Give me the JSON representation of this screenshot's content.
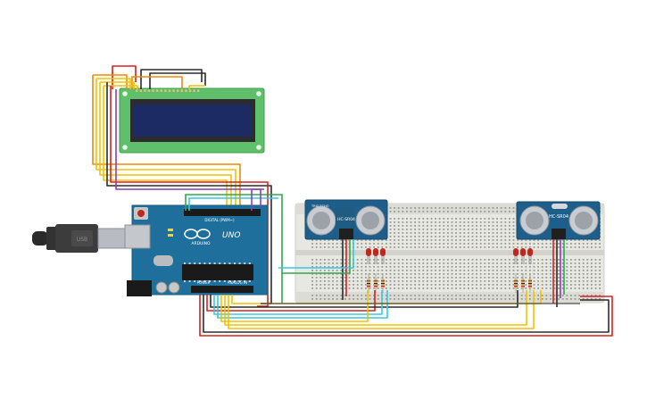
{
  "colors": {
    "wire_red": "#d62020",
    "wire_black": "#2b2b2b",
    "wire_orange": "#f08a00",
    "wire_yellow": "#f2c200",
    "wire_green": "#2fa84f",
    "wire_cyan": "#3ac6dd",
    "wire_purple": "#8a3fb8",
    "wire_brown": "#8b4a1a",
    "arduino_blue": "#1f6f9c",
    "lcd_board": "#5fbf6a",
    "lcd_screen": "#1c2b63",
    "sensor_blue": "#1d5f8a",
    "breadboard": "#e7e7e2",
    "led_red": "#c0281e"
  },
  "icons": {
    "usb_cable": "usb-plug-icon",
    "power_jack": "dc-jack-icon",
    "reset_button": "reset-button-icon",
    "infinity_logo": "arduino-infinity-icon"
  },
  "arduino": {
    "model_label": "UNO",
    "brand_label": "ARDUINO",
    "digital_header_label": "DIGITAL (PWM~)",
    "power_label": "POWER",
    "analog_label": "ANALOG IN"
  },
  "sensors": {
    "left": {
      "label": "HC-SR04",
      "side_text": "TRIG ECHO"
    },
    "right": {
      "label": "HC-SR04"
    }
  },
  "leds": {
    "left_count": 3,
    "right_count": 3
  }
}
